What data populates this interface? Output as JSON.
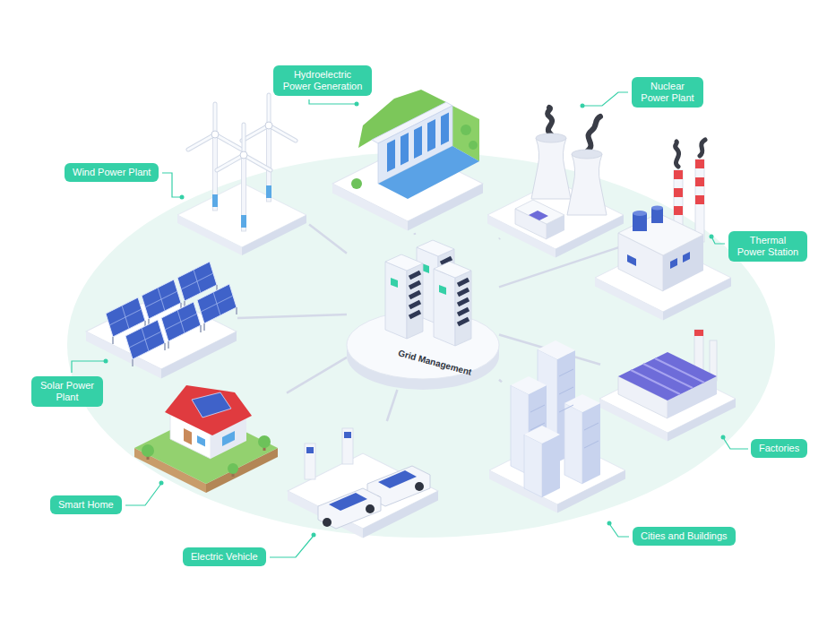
{
  "diagram": {
    "nodes": [
      {
        "text": [
          "Hydroelectric Power Generation"
        ]
      },
      {
        "text": [
          "Nuclear Power Plant"
        ]
      },
      {
        "text": [
          "Wind Power Plant"
        ]
      },
      {
        "text": [
          "Thermal Power Station"
        ]
      },
      {
        "text": [
          "Grid Management"
        ]
      },
      {
        "text": [
          "Solar Power Plant"
        ]
      },
      {
        "text": [
          "Factories"
        ]
      },
      {
        "text": [
          "Smart Home"
        ]
      },
      {
        "text": [
          "Electric Vehicle"
        ]
      },
      {
        "text": [
          "Cities and Buildings"
        ]
      }
    ],
    "edges": [
      {
        "from": 4,
        "to": 0,
        "arrow": "none"
      },
      {
        "from": 4,
        "to": 1,
        "arrow": "none"
      },
      {
        "from": 4,
        "to": 2,
        "arrow": "none"
      },
      {
        "from": 4,
        "to": 3,
        "arrow": "none"
      },
      {
        "from": 4,
        "to": 5,
        "arrow": "none"
      },
      {
        "from": 4,
        "to": 6,
        "arrow": "none"
      },
      {
        "from": 4,
        "to": 7,
        "arrow": "none"
      },
      {
        "from": 4,
        "to": 8,
        "arrow": "none"
      },
      {
        "from": 4,
        "to": 9,
        "arrow": "none"
      }
    ]
  }
}
